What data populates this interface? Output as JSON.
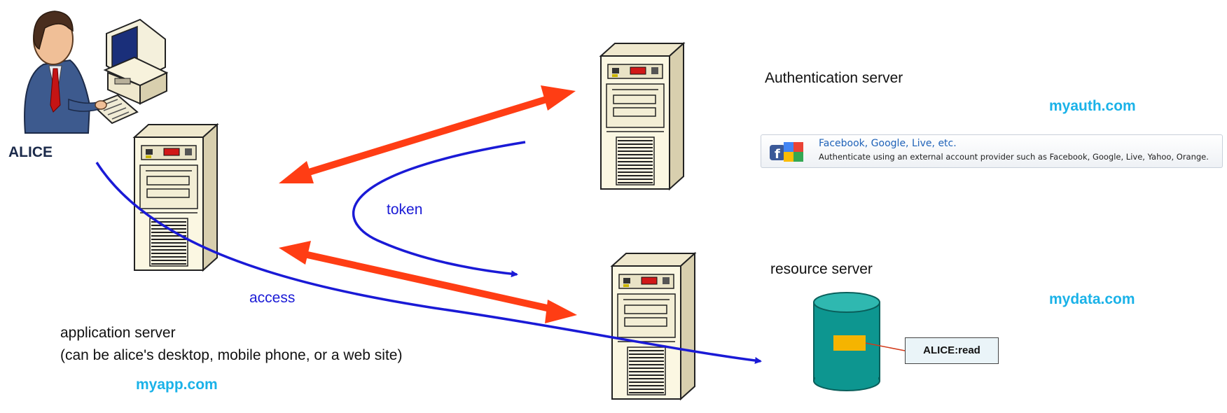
{
  "actors": {
    "alice": {
      "label": "ALICE"
    }
  },
  "servers": {
    "auth": {
      "label": "Authentication server",
      "domain": "myauth.com"
    },
    "resource": {
      "label": "resource server",
      "domain": "mydata.com"
    },
    "app": {
      "label": "application server",
      "sublabel": "(can be alice's desktop, mobile phone, or a web site)",
      "domain": "myapp.com"
    }
  },
  "flows": {
    "token": "token",
    "access": "access"
  },
  "auth_banner": {
    "title": "Facebook, Google, Live, etc.",
    "description": "Authenticate using an external account provider such as Facebook, Google, Live, Yahoo, Orange."
  },
  "acl": {
    "entry": "ALICE:read"
  },
  "colors": {
    "red_arrow": "#ff3d14",
    "blue_arrow": "#1a1ad6",
    "domain_text": "#1ab2e8",
    "database": "#0d9690",
    "record": "#f5b400"
  }
}
